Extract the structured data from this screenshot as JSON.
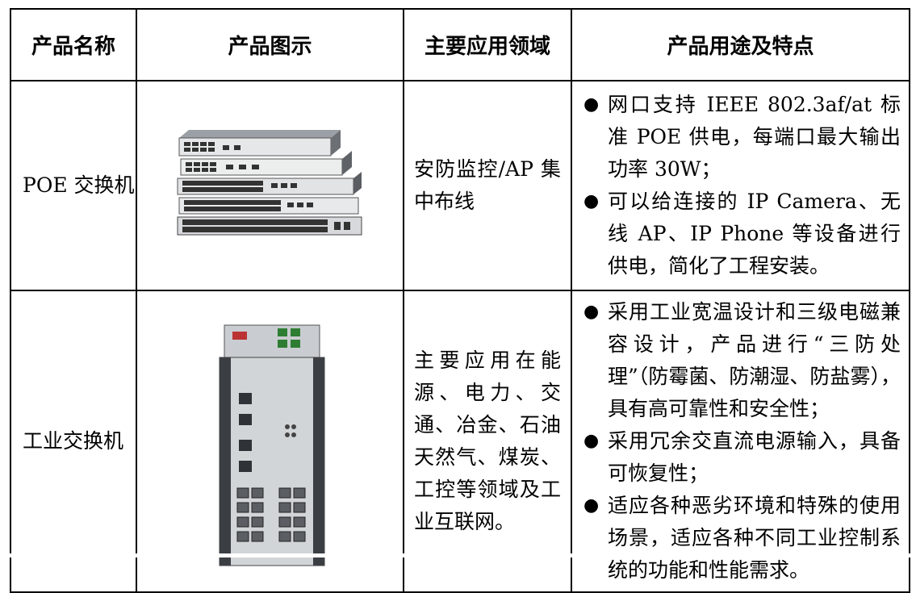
{
  "headers": [
    "产品名称",
    "产品图示",
    "主要应用领域",
    "产品用途及特点"
  ],
  "rows": [
    {
      "name": "POE 交换机",
      "image_alt": "stack-of-rack-switches",
      "field": "安防监控/AP 集中布线",
      "features": [
        "网口支持 IEEE 802.3af/at 标准 POE 供电，每端口最大输出功率 30W；",
        "可以给连接的 IP Camera、无线 AP、IP Phone 等设备进行供电，简化了工程安装。"
      ]
    },
    {
      "name": "工业交换机",
      "image_alt": "din-rail-industrial-switch",
      "field": "主要应用在能源、电力、交通、冶金、石油天然气、煤炭、工控等领域及工业互联网。",
      "features": [
        "采用工业宽温设计和三级电磁兼容设计，产品进行“三防处理”（防霉菌、防潮湿、防盐雾），具有高可靠性和安全性；",
        "采用冗余交直流电源输入，具备可恢复性；",
        "适应各种恶劣环境和特殊的使用场景，适应各种不同工业控制系统的功能和性能需求。"
      ]
    }
  ]
}
